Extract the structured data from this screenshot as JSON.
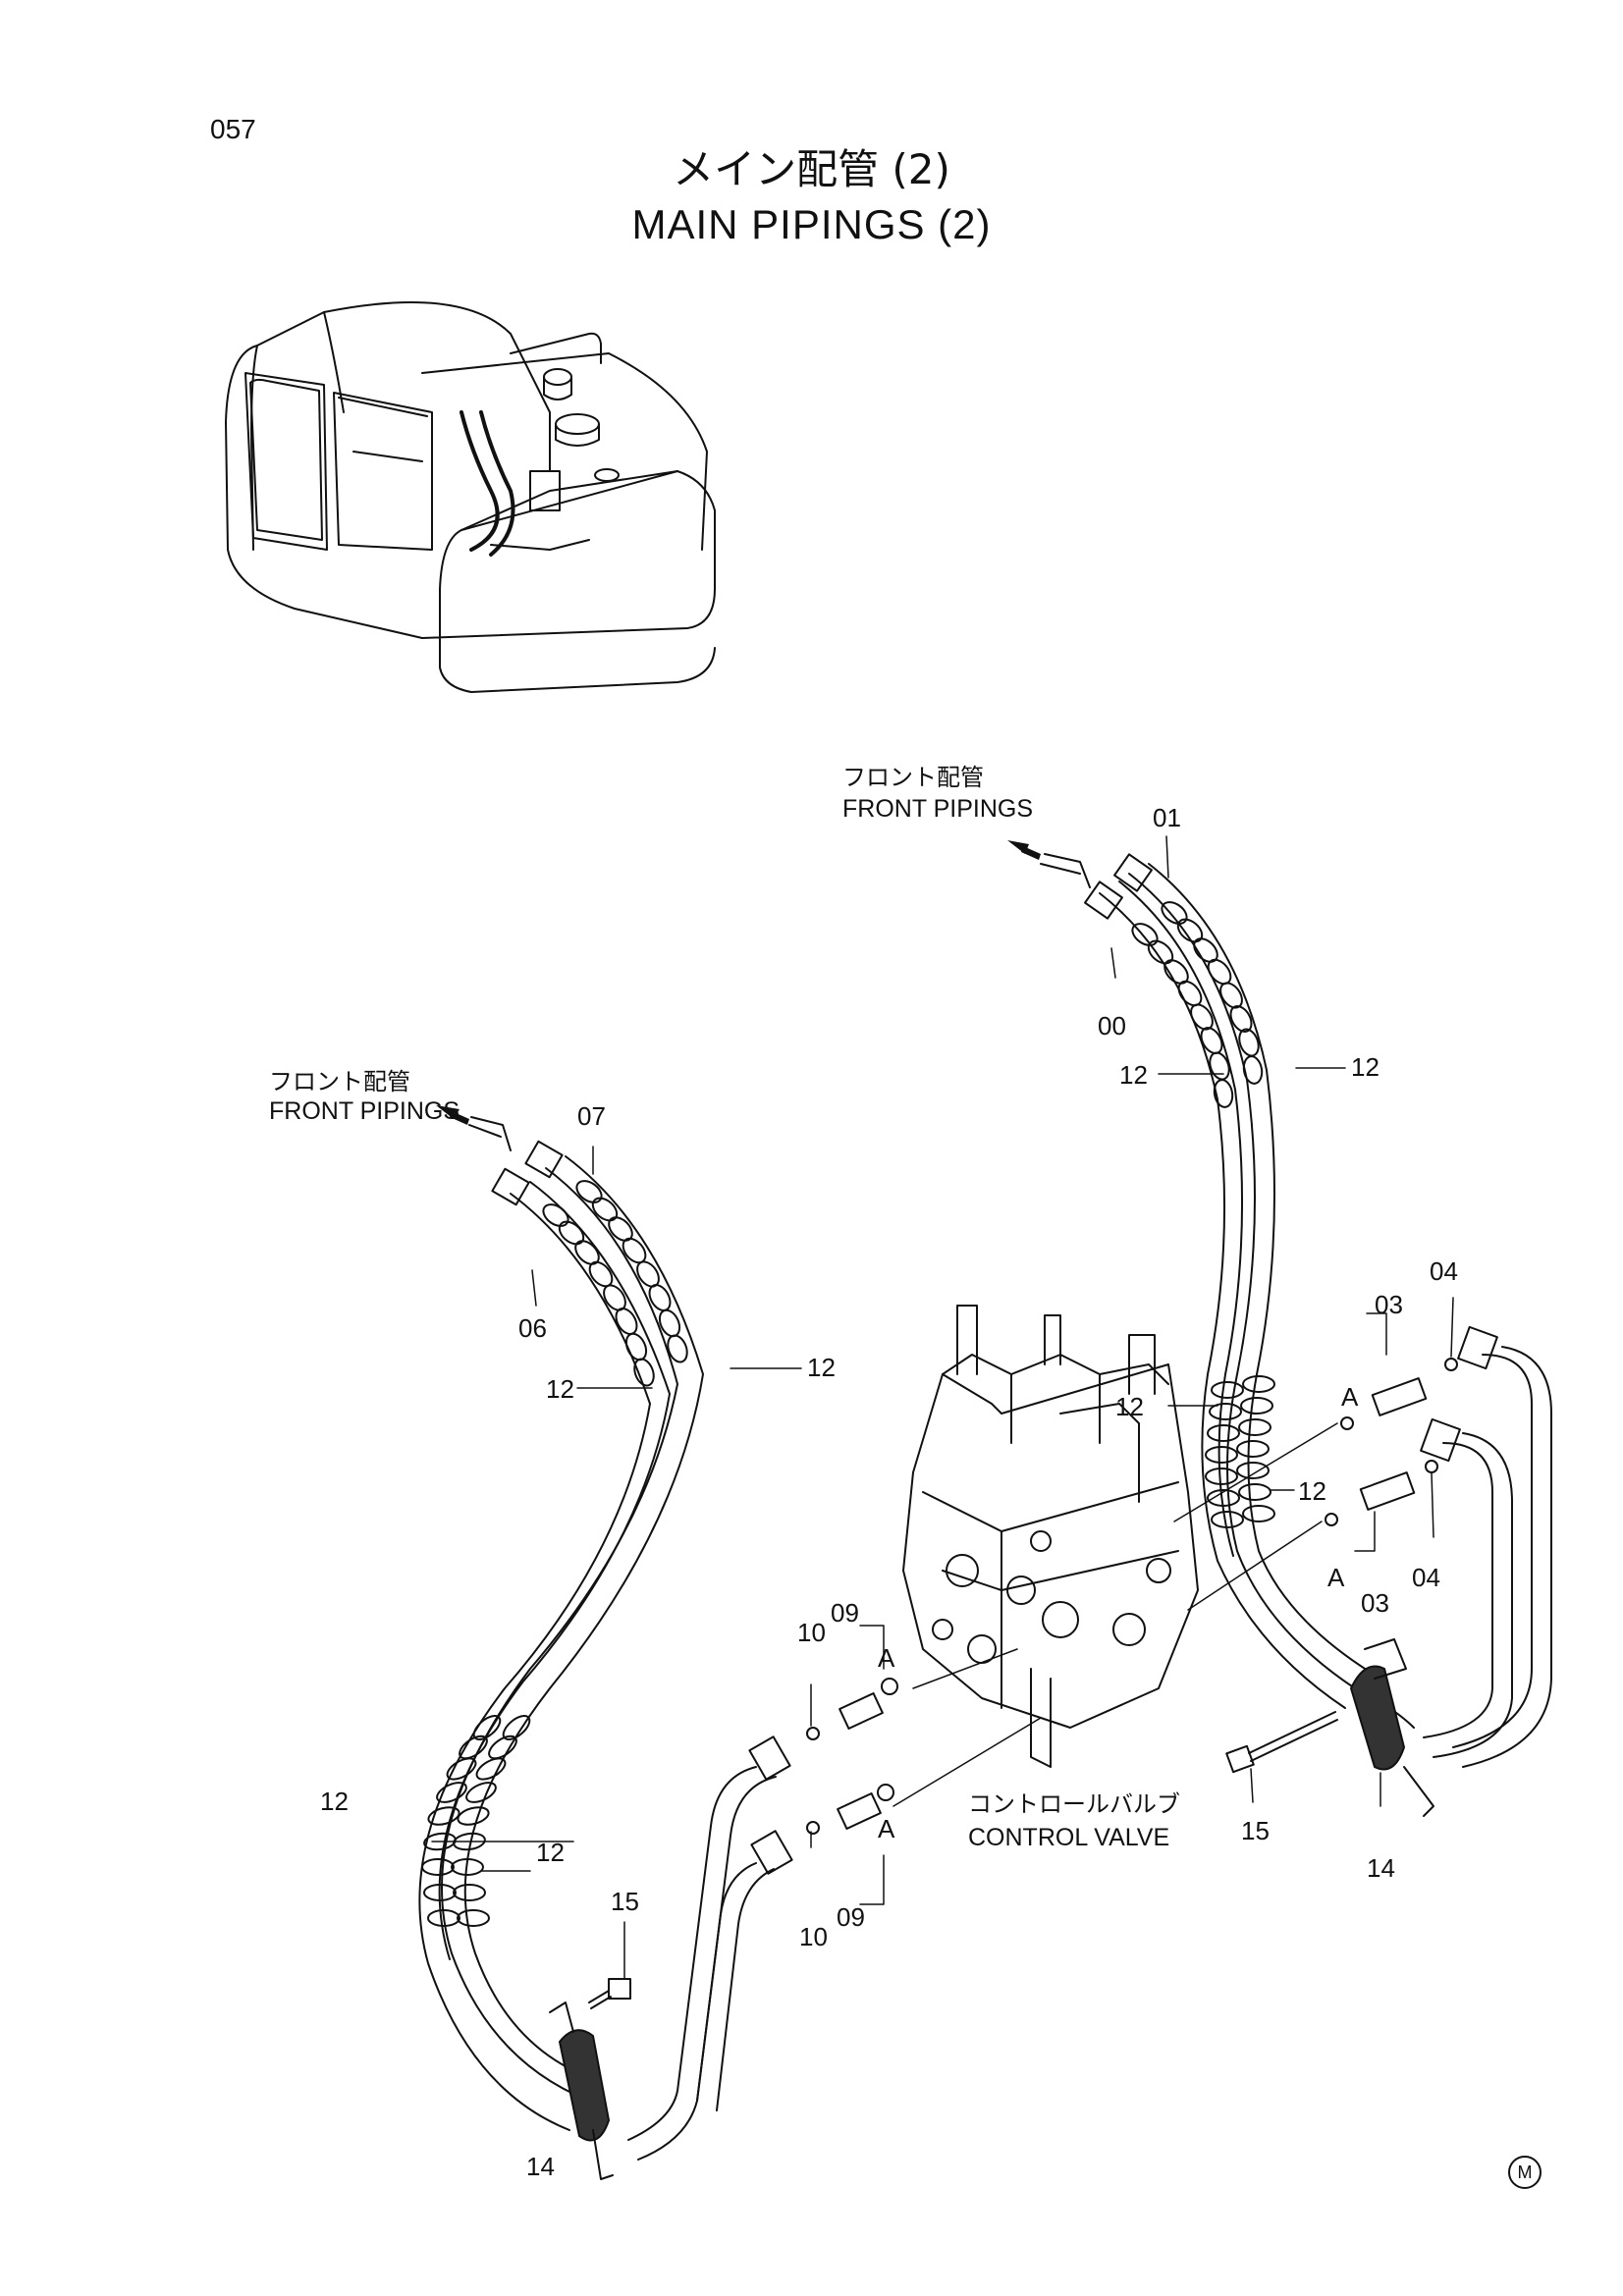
{
  "page_number": "057",
  "title_ja": "メイン配管 (2)",
  "title_en": "MAIN PIPINGS (2)",
  "labels": {
    "front_pipings_ja": "フロント配管",
    "front_pipings_en": "FRONT PIPINGS",
    "control_valve_ja": "コントロールバルブ",
    "control_valve_en": "CONTROL VALVE",
    "view_marker": "A"
  },
  "part_numbers": [
    "00",
    "01",
    "03",
    "04",
    "06",
    "07",
    "09",
    "10",
    "12",
    "14",
    "15"
  ],
  "corner_mark": "M"
}
